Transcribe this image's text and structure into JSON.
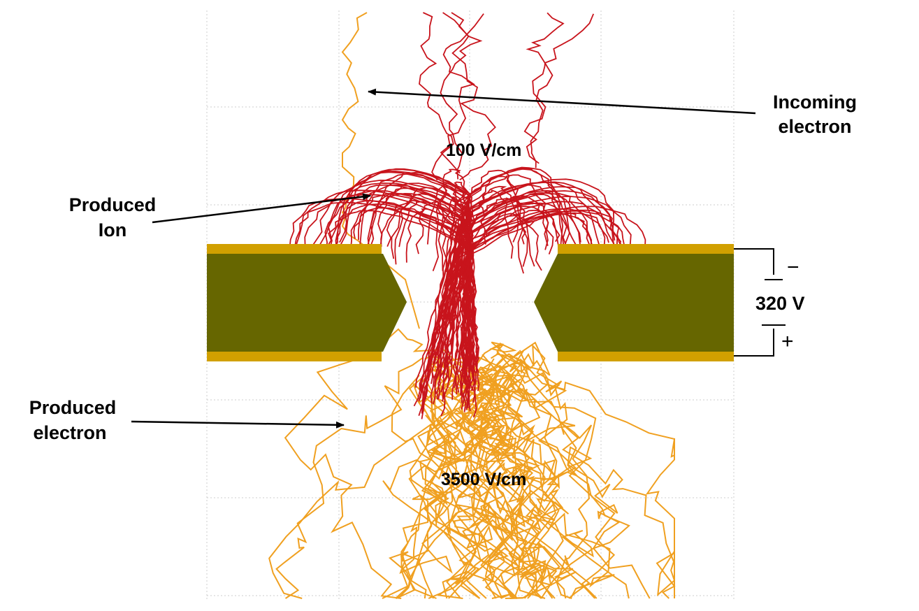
{
  "colors": {
    "ion": "#c8141c",
    "electron": "#f0a020",
    "copper": "#d1a000",
    "kapton": "#666600",
    "grid": "#cccccc",
    "ink": "#000000"
  },
  "labels": {
    "incoming_electron": [
      "Incoming",
      "electron"
    ],
    "produced_ion": [
      "Produced",
      "Ion"
    ],
    "produced_electron": [
      "Produced",
      "electron"
    ]
  },
  "fields": {
    "drift": "100 V/cm",
    "induction": "3500 V/cm"
  },
  "supply": {
    "voltage": "320 V",
    "minus": "−",
    "plus": "+"
  }
}
